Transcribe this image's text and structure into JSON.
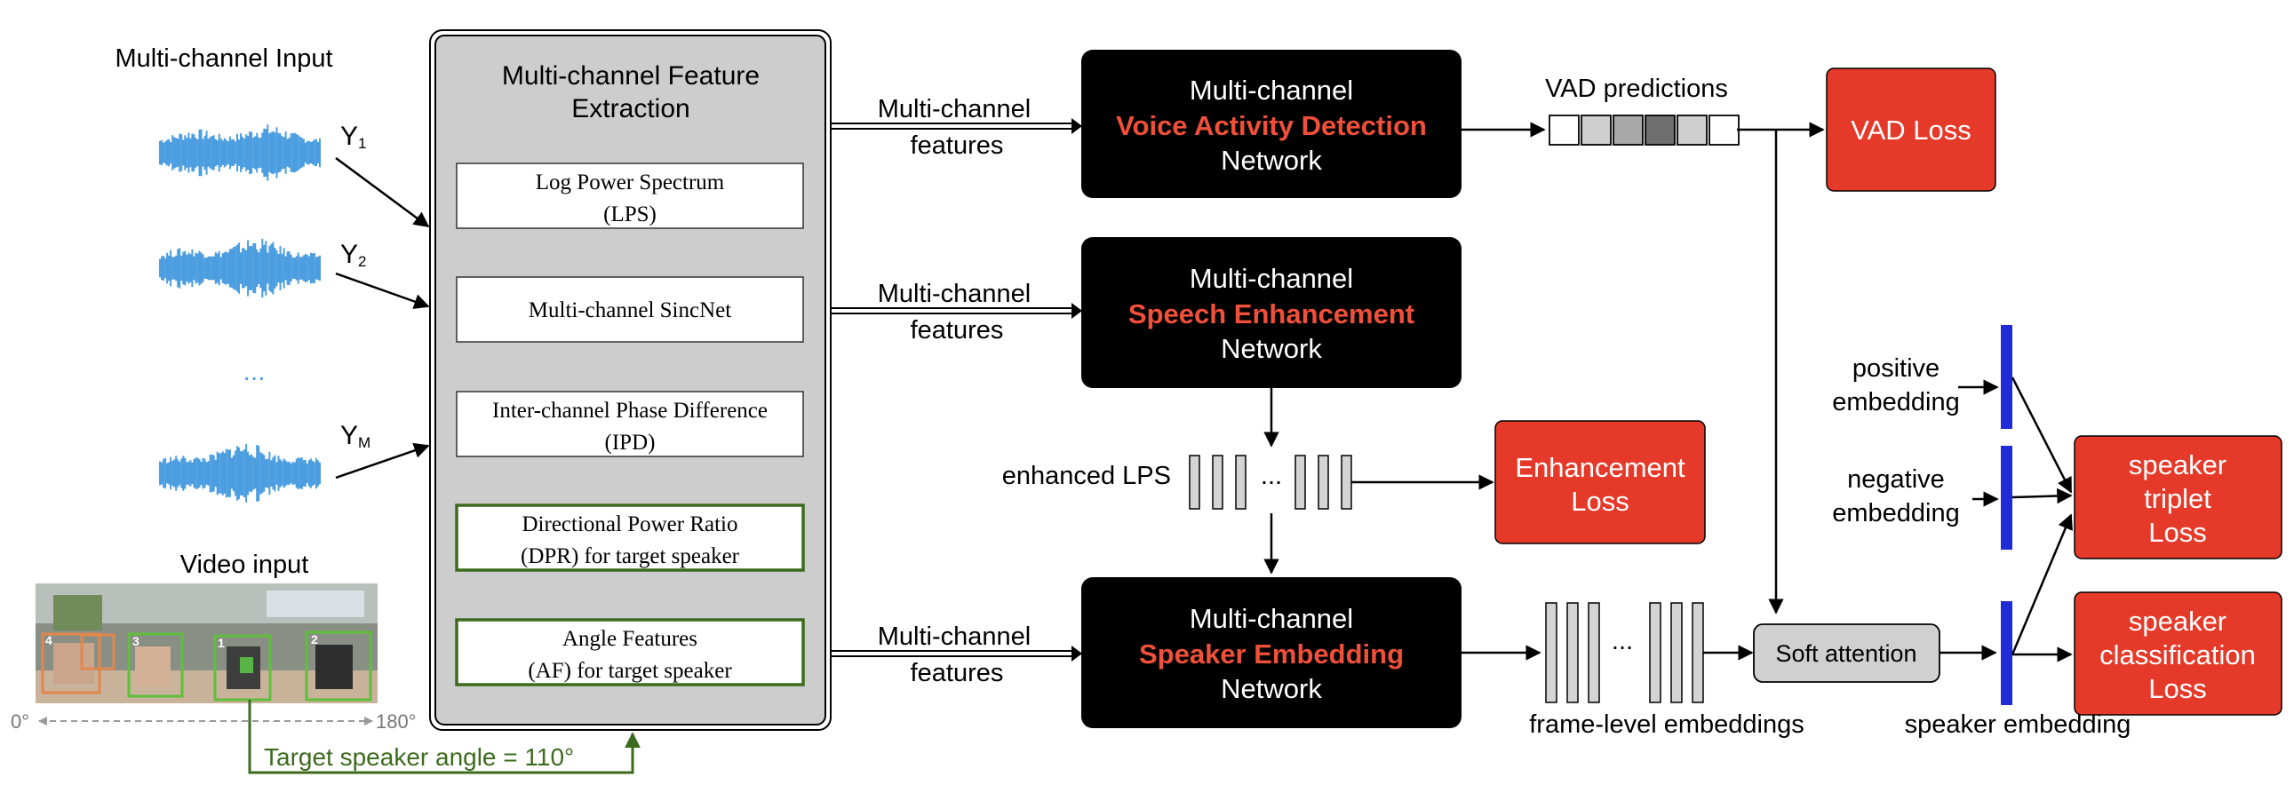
{
  "input": {
    "title": "Multi-channel Input",
    "channels": [
      {
        "letter": "Y",
        "sub": "1"
      },
      {
        "letter": "Y",
        "sub": "2"
      },
      {
        "letter": "Y",
        "sub": "M"
      }
    ],
    "ellipsis": "...",
    "video_title": "Video input",
    "angle_start": "0°",
    "angle_end": "180°",
    "face_ids": [
      "4",
      "3",
      "1",
      "2"
    ],
    "target_angle_label": "Target speaker angle = 110°"
  },
  "feature_extraction": {
    "title_line1": "Multi-channel Feature",
    "title_line2": "Extraction",
    "features": [
      {
        "line1": "Log Power Spectrum",
        "line2": "(LPS)"
      },
      {
        "line1": "Multi-channel SincNet",
        "line2": ""
      },
      {
        "line1": "Inter-channel Phase Difference",
        "line2": "(IPD)"
      },
      {
        "line1": "Directional Power Ratio",
        "line2": "(DPR) for target speaker"
      },
      {
        "line1": "Angle Features",
        "line2": "(AF) for target speaker"
      }
    ]
  },
  "arrow_labels": {
    "line1": "Multi-channel",
    "line2": "features"
  },
  "networks": [
    {
      "line1": "Multi-channel",
      "highlight": "Voice Activity Detection",
      "line3": "Network"
    },
    {
      "line1": "Multi-channel",
      "highlight": "Speech Enhancement",
      "line3": "Network"
    },
    {
      "line1": "Multi-channel",
      "highlight": "Speaker Embedding",
      "line3": "Network"
    }
  ],
  "vad": {
    "label": "VAD predictions",
    "cell_colors": [
      "#ffffff",
      "#cfcfcf",
      "#a8a8a8",
      "#6e6e6e",
      "#cfcfcf",
      "#ffffff"
    ]
  },
  "enhanced": {
    "label": "enhanced LPS",
    "dots": "..."
  },
  "frame_level": {
    "label": "frame-level embeddings",
    "dots": "..."
  },
  "soft_attention": "Soft attention",
  "positive": {
    "line1": "positive",
    "line2": "embedding"
  },
  "negative": {
    "line1": "negative",
    "line2": "embedding"
  },
  "speaker_embedding_label": "speaker embedding",
  "losses": [
    {
      "lines": [
        "VAD Loss"
      ]
    },
    {
      "lines": [
        "Enhancement",
        "Loss"
      ]
    },
    {
      "lines": [
        "speaker",
        "triplet",
        "Loss"
      ]
    },
    {
      "lines": [
        "speaker",
        "classification",
        "Loss"
      ]
    }
  ],
  "colors": {
    "red_loss": "#e53a2a",
    "highlight_text": "#f0503a",
    "network_bg": "#000000",
    "panel_gray": "#cdcdcd",
    "green": "#3d6b1e",
    "blue_bar": "#1e2bd6",
    "wave_blue": "#4d9ee0"
  }
}
